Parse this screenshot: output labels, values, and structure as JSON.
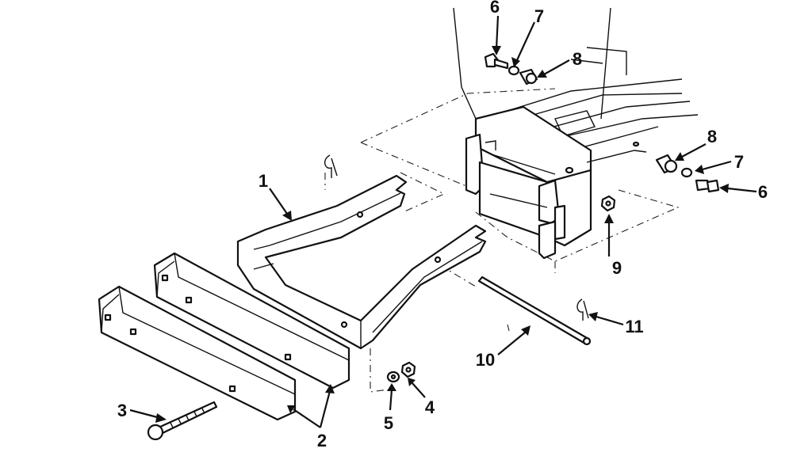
{
  "diagram": {
    "callouts": {
      "c1": "1",
      "c2": "2",
      "c3": "3",
      "c4": "4",
      "c5": "5",
      "c6a": "6",
      "c6b": "6",
      "c7a": "7",
      "c7b": "7",
      "c8a": "8",
      "c8b": "8",
      "c9": "9",
      "c10": "10",
      "c11": "11"
    }
  }
}
